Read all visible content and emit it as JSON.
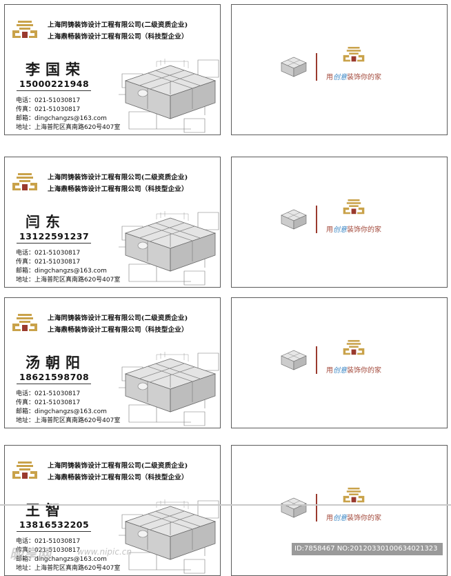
{
  "company": {
    "line1": "上海同铸装饰设计工程有限公司(二级资质企业)",
    "line2": "上海鼎畅装饰设计工程有限公司（科技型企业）"
  },
  "contact": {
    "tel": "电话：021-51030817",
    "fax": "传真：021-51030817",
    "email": "邮箱：dingchangzs@163.com",
    "address": "地址：上海普陀区真南路620号407室"
  },
  "cards": [
    {
      "name": "李国荣",
      "phone": "15000221948"
    },
    {
      "name": "闫东",
      "phone": "13122591237"
    },
    {
      "name": "汤朝阳",
      "phone": "18621598708"
    },
    {
      "name": "王智",
      "phone": "13816532205"
    }
  ],
  "back": {
    "slogan_a": "用",
    "slogan_b": "创意",
    "slogan_c": "装饰你的家"
  },
  "watermark": {
    "brand": "昵享网",
    "url": "www.nipic.cn",
    "id": "ID:7858467 NO:20120330100634021323"
  },
  "colors": {
    "logo_gold": "#c9a24a",
    "logo_red": "#9a3a2e",
    "slogan_blue": "#3a86c4"
  }
}
